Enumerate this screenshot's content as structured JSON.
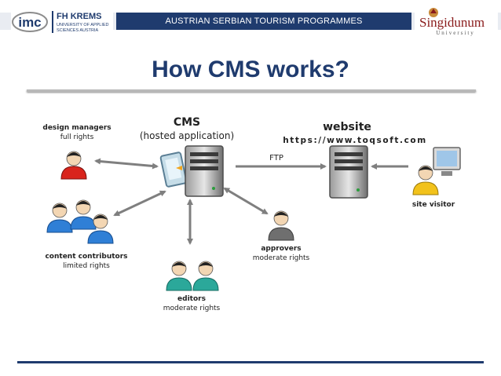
{
  "header": {
    "banner_text": "AUSTRIAN SERBIAN TOURISM PROGRAMMES",
    "left_logo_text": "imc",
    "left_logo_brand": "FH KREMS",
    "left_logo_sub1": "UNIVERSITY OF APPLIED",
    "left_logo_sub2": "SCIENCES AUSTRIA",
    "right_logo_text": "Singidunum",
    "right_logo_sub": "University"
  },
  "slide": {
    "title": "How CMS works?"
  },
  "diagram": {
    "cms_title": "CMS",
    "cms_subtitle": "(hosted application)",
    "website_title": "website",
    "website_url": "https://www.toqsoft.com",
    "ftp_label": "FTP",
    "design_managers": "design managers",
    "design_managers_rights": "full rights",
    "content_contributors": "content contributors",
    "content_contributors_rights": "limited rights",
    "editors": "editors",
    "editors_rights": "moderate rights",
    "approvers": "approvers",
    "approvers_rights": "moderate rights",
    "site_visitor": "site visitor"
  },
  "colors": {
    "banner": "#1f3b6e",
    "title": "#1f3b6e",
    "person_red": "#d9241c",
    "person_blue": "#2f7fd6",
    "person_teal": "#2ba89a",
    "person_gray": "#6f6f6f",
    "person_yellow": "#f2c21b",
    "arrow": "#7f7f7f"
  }
}
